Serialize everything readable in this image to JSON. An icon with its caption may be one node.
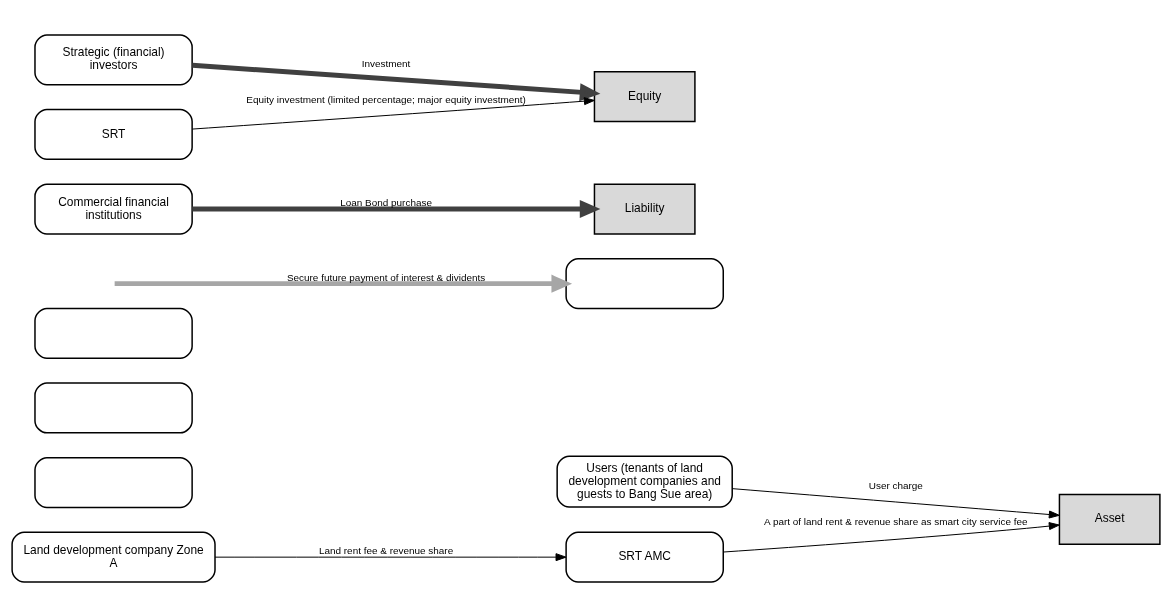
{
  "diagram": {
    "nodes": [
      {
        "text": [
          "Users (tenants of land development companies and guests to Bang Sue area)"
        ]
      },
      {
        "text": [],
        "shape": "box"
      },
      {
        "text": [],
        "shape": "box"
      },
      {
        "text": [],
        "shape": "box"
      },
      {
        "text": [
          "Land development company Zone A"
        ]
      },
      {
        "text": [],
        "shape": "box"
      },
      {
        "text": [
          "Asset"
        ]
      },
      {
        "text": [
          "Liability"
        ]
      },
      {
        "text": [
          "Equity"
        ]
      },
      {
        "text": [
          "Commercial financial institutions"
        ]
      },
      {
        "text": [
          "Strategic (financial) investors"
        ]
      },
      {
        "text": [
          "SRT AMC"
        ]
      },
      {
        "text": [
          "SRT"
        ]
      }
    ],
    "edges": [
      {
        "from": null,
        "to": 5,
        "arrow": "to",
        "label": "Secure future payment of interest & dividents",
        "style": "thick",
        "color": "#a6a6a6"
      },
      {
        "from": 0,
        "to": 6,
        "arrow": "to",
        "label": "User charge"
      },
      {
        "from": 4,
        "to": 11,
        "arrow": "to",
        "label": "Land rent fee & revenue share"
      },
      {
        "from": 11,
        "to": 6,
        "arrow": "to",
        "label": "A part of land rent & revenue share as smart city service fee"
      },
      {
        "from": 12,
        "to": 8,
        "arrow": "to",
        "label": "Equity investment (limited percentage; major equity investment)"
      },
      {
        "from": 9,
        "to": 7,
        "arrow": "to",
        "label": "Loan Bond purchase",
        "style": "thick",
        "color": "#404040"
      },
      {
        "from": 10,
        "to": 8,
        "arrow": "to",
        "label": "Investment",
        "style": "thick",
        "color": "#404040"
      }
    ]
  }
}
